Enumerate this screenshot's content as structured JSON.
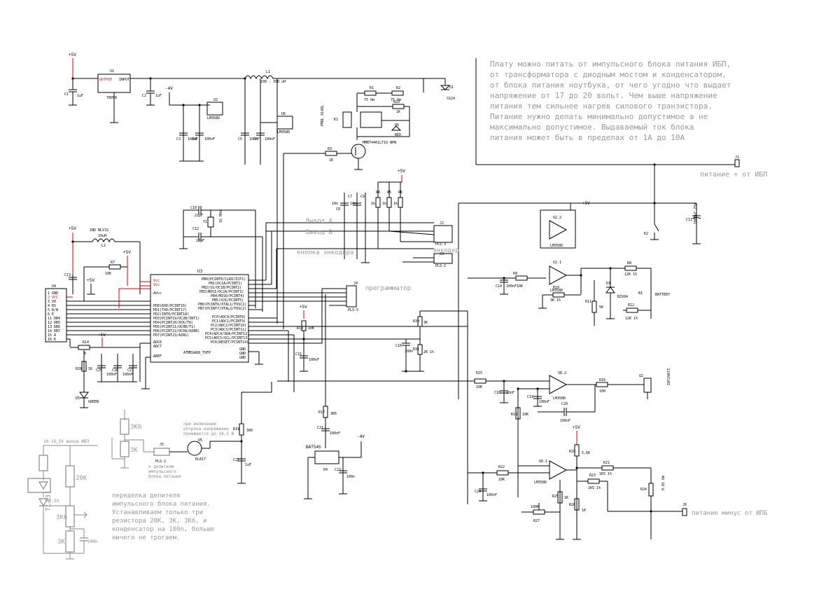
{
  "note_top": [
    "Плату можно питать от импульсного блока питания ИБП,",
    "от трансформатора с диодным мостом и конденсатором,",
    "от блока питания ноутбука, от чего угодно что выдает",
    "напряжение от 17 до 20 вольт. Чем выше напряжение",
    "питания тем сильнее нагрев силового транзистора.",
    "Питание нужно делать минимально допустимое а не",
    "максимально допустимое. Выдаваемый ток блока",
    "питания может быть в пределах от 1А до 10А"
  ],
  "note_bottom": [
    "переделка делителя",
    "импульсного блока питания.",
    "Устанавливаем только три",
    "резистора 20К, 3К, 3К6, и",
    "конденсатор на 100n, больше",
    "ничего не трогаем."
  ],
  "labels": {
    "power_plus": "питание + от ИБП",
    "power_minus": "питание минус от ИПБ",
    "out_a": "Вывод A",
    "out_b": "Вывод Б",
    "encoder_btn": "кнопка энкодера",
    "encoder": "энкодер",
    "programmer": "программатор",
    "feedback_note": [
      "при включении",
      "оптрона напряжение",
      "понижается до 16,5 В"
    ],
    "divider_note": [
      "к делителю",
      "импульсного",
      "блока питания"
    ],
    "smps_out": "10-16,5V выход ИБП"
  },
  "parts": {
    "u1": "U1",
    "u1_val": "7805R",
    "u1_out": "OUTPUT",
    "u1_in": "INPUT",
    "c1": "C1",
    "c1_val": "1uF",
    "c2": "C2",
    "c2_val": "1uF",
    "u2": "U2",
    "u2_val": "LM358D",
    "u6": "U6",
    "u6_val": "LM358D",
    "l1": "L1",
    "l1_val": "100 - 300 uH",
    "c3": "C3",
    "c3_val": "100nF",
    "c4": "C4",
    "c4_val": "100nF",
    "c5": "C5",
    "c5_val": "100nF",
    "c6": "C6",
    "c6_val": "100nF",
    "r1": "R1",
    "r1_val": "75 Ом",
    "r2": "R2",
    "r2_val": "75 Ом",
    "r29": "R29",
    "r29_val": "1K",
    "d1": "D1",
    "d1_val": "SS24",
    "d6": "D6",
    "d6_val": "RED",
    "k1": "K1",
    "k1_part": "PMDL 4148L",
    "q1": "MMBT4401LT1G NPN",
    "r3": "R3",
    "r3_val": "1K",
    "plus5": "+5V",
    "minus4": "-4V",
    "c8": "C8",
    "c7": "C7",
    "c9": "C9",
    "c_val10": "10n",
    "r4": "R4",
    "r5": "R5",
    "r6": "R6",
    "r_val1k": "1k",
    "j1": "J1",
    "j2": "J2",
    "j2_val": "PLS-3",
    "j3": "J3",
    "j3_val": "PLS-2",
    "j4": "J4",
    "j4_val": "PLS-5",
    "c10": "C10",
    "c10_val": "22pF",
    "c12": "C12",
    "c12_val": "22pF",
    "y1": "Y1",
    "y1_val": "16 MHz",
    "c11": "C11",
    "c11_val": "1000uF 25V",
    "k2": "K2",
    "l2": "IND NLV32_",
    "l2_name": "L2",
    "l2_val": "10uH",
    "r7": "R7",
    "r7_val": "10K",
    "c13": "C13",
    "u4": "U4",
    "u4_pins": [
      "1  GND",
      "2  VCC",
      "3  V0",
      "4  RS",
      "5  R/W",
      "6  E",
      "11 DB4",
      "12 DB5",
      "13 DB6",
      "14 DB7",
      "15 A",
      "16 K"
    ],
    "u3": "U3",
    "u3_val": "ATMEGA88_TQFP",
    "u3_left": [
      "Vcc",
      "Vcc",
      "AVcc",
      "PD0(RXD/PCINT16)",
      "PD1(TXD/PCINT17)",
      "PD2(INT0/PCINT18)",
      "PD3(PCINT19/OC2B/INT1)",
      "PD4(PCINT20/XCK/T0)",
      "PD5(PCINT21/OC0B/T1)",
      "PD6(PCINT22/OC0A/AIN0)",
      "PD7(PCINT23/AIN1)",
      "ADC6",
      "ADC7",
      "AREF"
    ],
    "u3_right": [
      "PB0(PCINT0/CLKO/ICP1)",
      "PB1(OC1A/PCINT1)",
      "PB2(SS/OC1B/PCINT2)",
      "PB3(MOSI/OC2A/PCINT3)",
      "PB4(MISO/PCINT4)",
      "PB5(SCK/PCINT5)",
      "PB6(PCINT6/XTAL1/TOSC1)",
      "PB7(PCINT7/XTAL2/TOSC2)",
      "PC0(ADC0/PCINT8)",
      "PC1(ADC1/PCINT9)",
      "PC2(ADC2/PCINT10)",
      "PC3(ADC3/PCINT11)",
      "PC4(ADC4/SDA/PCINT12)",
      "PC5(ADC5/SCL/PCINT13)",
      "PC6(RESET/PCINT14)",
      "GND",
      "GND",
      "GND"
    ],
    "r14": "R14",
    "r14_val": "0",
    "r28": "R28",
    "r28_val": "1K",
    "c25": "C25",
    "c26": "C26",
    "c27": "C27",
    "c_val100n": "100nF",
    "d5": "D5",
    "d5_val": "GREEN",
    "r9": "R9",
    "r9_val": "10K",
    "c14": "C14",
    "c14_val": "100nF",
    "u21": "U2.1",
    "u21_val": "LM358D",
    "u22": "U2.2",
    "u22_val": "LM358D",
    "r8": "R8",
    "r8_val": "12K 1%",
    "r10": "R10",
    "r10_val": "3K 1%",
    "r11": "R11",
    "r11_val": "5K",
    "d3": "D3",
    "d3_val": "BZX84",
    "b1": "B1",
    "b1_val": "BATTERY",
    "r12": "R12",
    "r12_val": "12K 1%",
    "r30": "R30",
    "r30_val": "3K",
    "r31": "R31",
    "r31_val": "2K 1%",
    "c16": "C16",
    "c16_val": "100n",
    "r13": "R13",
    "r13_val": "10K",
    "c15": "C15",
    "c15_val": "100nF",
    "r15": "R15",
    "r15_val": "10K",
    "c18": "C18",
    "c18_val": "10nF",
    "c19": "C19",
    "c19_val": "100nF",
    "u62": "U6.2",
    "u62_val": "LM358D",
    "r16": "R16",
    "r16_val": "100",
    "q2": "Q2",
    "q2_val": "IRF2907Z",
    "c20": "C20",
    "c20_val": "100nF",
    "r18": "R18",
    "r18_val": "10K",
    "r17": "R17",
    "r17_val": "3K6",
    "c21": "C21",
    "c21_val": "100nF",
    "d4": "D4",
    "d4_val": "BAT54S",
    "c23": "C23",
    "c23_val": "100n",
    "r19": "R19",
    "r19_val": "300",
    "c22": "C22",
    "c22_val": "1uF",
    "j5": "J5",
    "j5_val": "PLS-2",
    "u5": "U5",
    "u5_val": "EL817",
    "r_3k6": "3K6",
    "r_3k": "3K",
    "r22": "R22",
    "r22_val": "10K",
    "c24": "C24",
    "c24_val": "100nF",
    "r27": "R27",
    "r27_val": "100K",
    "r25": "R25",
    "r25_val": "1K",
    "r26": "R26",
    "r26_val": "1K",
    "u61": "U6.1",
    "u61_val": "LM358D",
    "r20": "R20",
    "r20_val": "5,6K",
    "r21": "R21",
    "r21_val": "1K5 1%",
    "r23": "R23",
    "r23_val": "1K5 1%",
    "r24": "R24",
    "r24_val": "0.01 Om",
    "j6": "J6",
    "tl431": "TL431",
    "ref_25v": "2,5V",
    "old_20k": "20K",
    "old_3k6": "3K6",
    "old_3k": "3K",
    "old_100n": "100n"
  }
}
